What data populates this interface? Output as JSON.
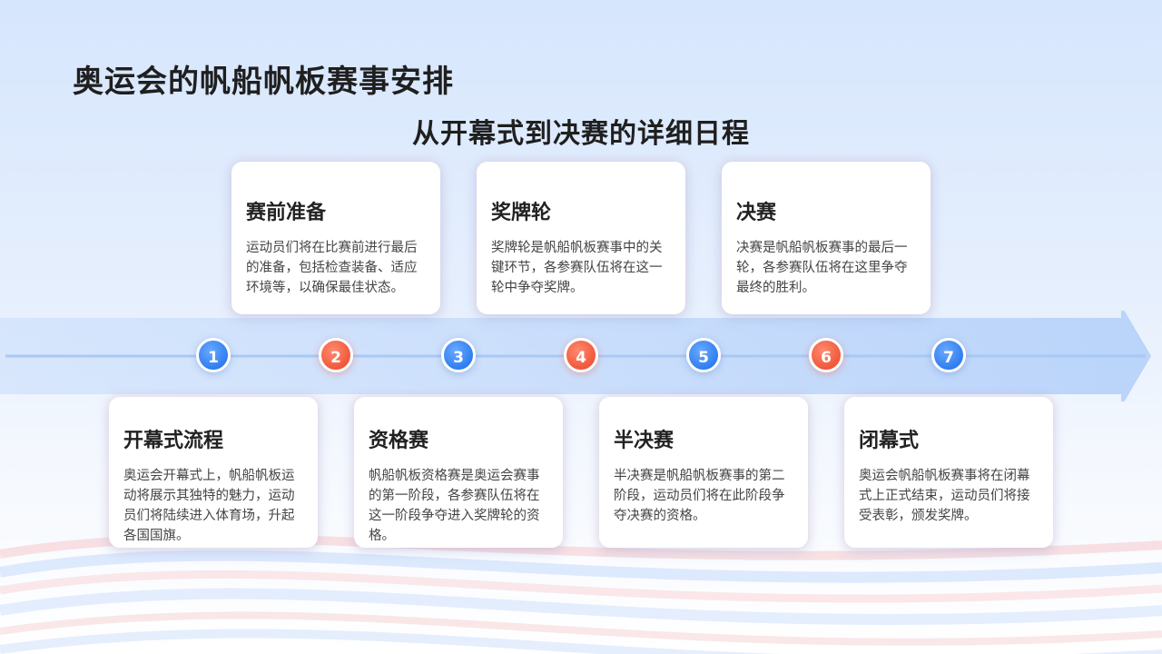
{
  "title": "奥运会的帆船帆板赛事安排",
  "subtitle": "从开幕式到决赛的详细日程",
  "colors": {
    "blue": "#2f7ef0",
    "red": "#f0583a",
    "band": "#bcd6fb"
  },
  "timeline": {
    "nodes": [
      {
        "number": "1",
        "color": "blue"
      },
      {
        "number": "2",
        "color": "red"
      },
      {
        "number": "3",
        "color": "blue"
      },
      {
        "number": "4",
        "color": "red"
      },
      {
        "number": "5",
        "color": "blue"
      },
      {
        "number": "6",
        "color": "red"
      },
      {
        "number": "7",
        "color": "blue"
      }
    ]
  },
  "cards": [
    {
      "title": "开幕式流程",
      "text": "奥运会开幕式上，帆船帆板运动将展示其独特的魅力，运动员们将陆续进入体育场，升起各国国旗。"
    },
    {
      "title": "赛前准备",
      "text": "运动员们将在比赛前进行最后的准备，包括检查装备、适应环境等，以确保最佳状态。"
    },
    {
      "title": "资格赛",
      "text": "帆船帆板资格赛是奥运会赛事的第一阶段，各参赛队伍将在这一阶段争夺进入奖牌轮的资格。"
    },
    {
      "title": "奖牌轮",
      "text": "奖牌轮是帆船帆板赛事中的关键环节，各参赛队伍将在这一轮中争夺奖牌。"
    },
    {
      "title": "半决赛",
      "text": "半决赛是帆船帆板赛事的第二阶段，运动员们将在此阶段争夺决赛的资格。"
    },
    {
      "title": "决赛",
      "text": "决赛是帆船帆板赛事的最后一轮，各参赛队伍将在这里争夺最终的胜利。"
    },
    {
      "title": "闭幕式",
      "text": "奥运会帆船帆板赛事将在闭幕式上正式结束，运动员们将接受表彰，颁发奖牌。"
    }
  ]
}
